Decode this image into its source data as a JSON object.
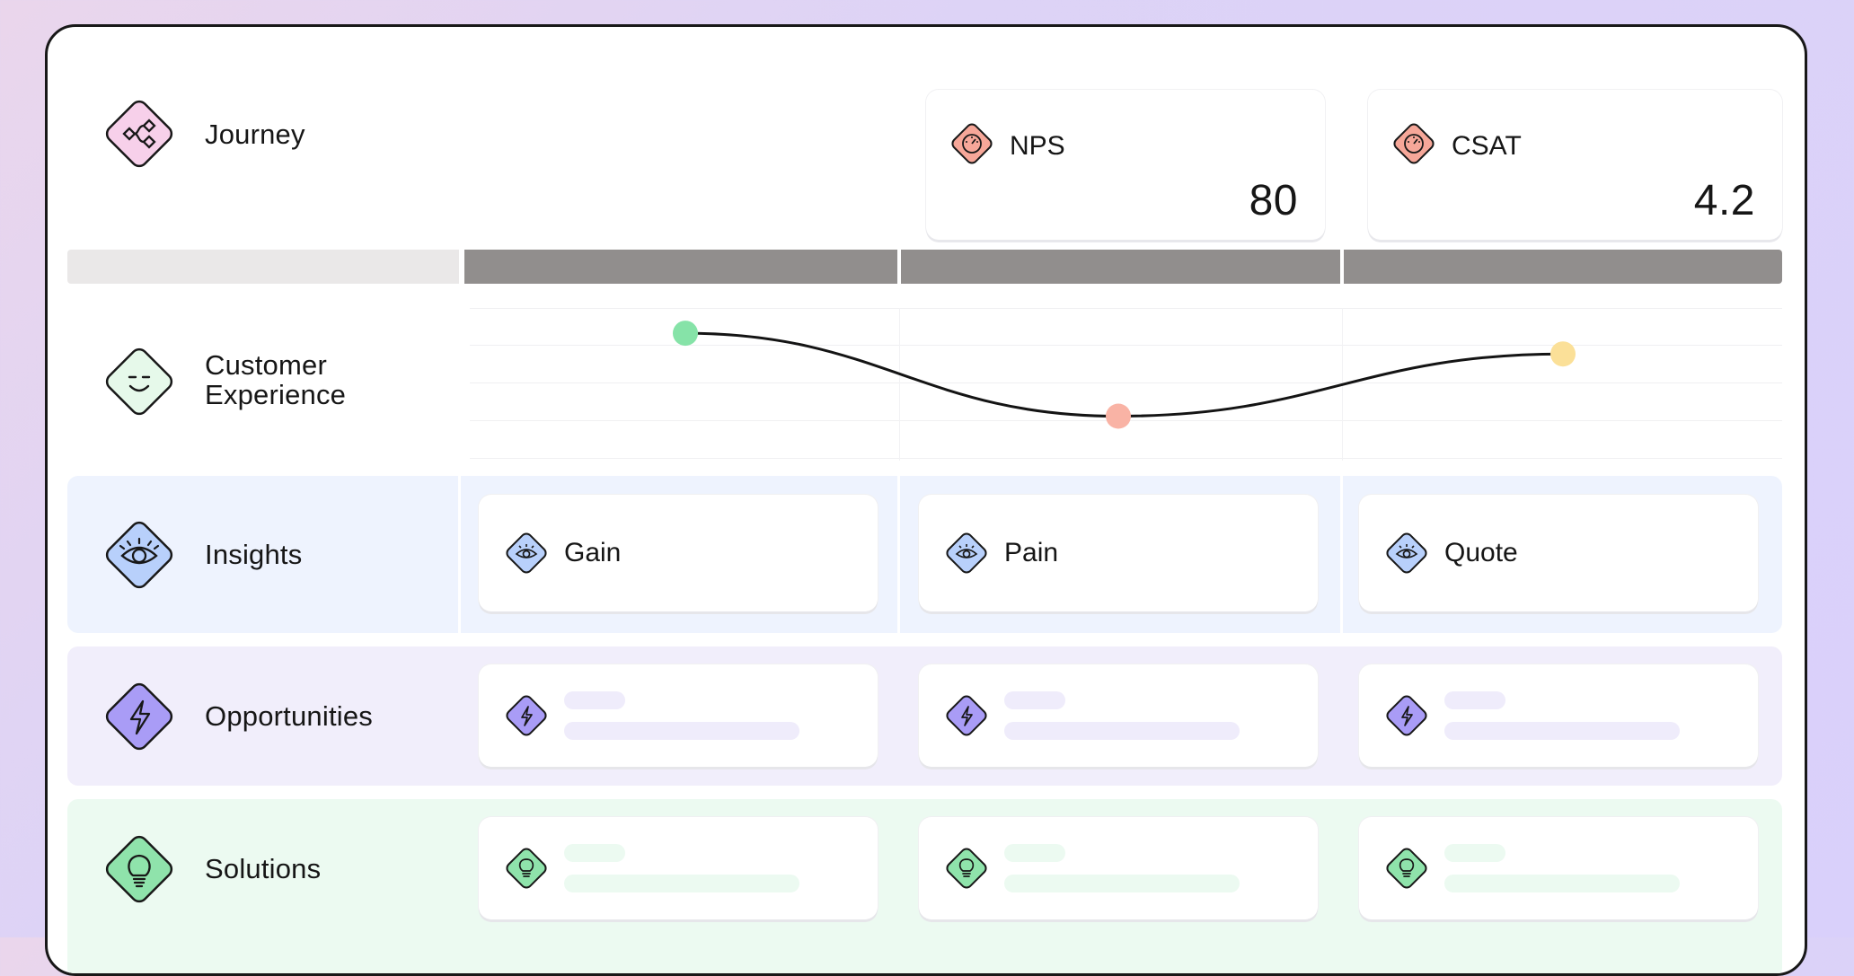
{
  "rows": {
    "journey": {
      "label": "Journey",
      "icon": "journey-icon"
    },
    "customer_experience": {
      "label_line1": "Customer",
      "label_line2": "Experience",
      "icon": "smiley-face-icon"
    },
    "insights": {
      "label": "Insights",
      "icon": "eye-icon"
    },
    "opportunities": {
      "label": "Opportunities",
      "icon": "lightning-bolt-icon"
    },
    "solutions": {
      "label": "Solutions",
      "icon": "lightbulb-icon"
    }
  },
  "metrics": [
    {
      "name": "NPS",
      "value": "80",
      "icon": "gauge-icon"
    },
    {
      "name": "CSAT",
      "value": "4.2",
      "icon": "gauge-icon"
    }
  ],
  "insight_cards": [
    {
      "label": "Gain",
      "icon": "eye-icon"
    },
    {
      "label": "Pain",
      "icon": "eye-icon"
    },
    {
      "label": "Quote",
      "icon": "eye-icon"
    }
  ],
  "experience_curve": {
    "stages": 3,
    "levels": [
      0.85,
      0.25,
      0.7
    ],
    "point_colors": [
      "#86e3a8",
      "#f9b3a5",
      "#fbe098"
    ]
  },
  "colors": {
    "journey_icon_fill": "#f7d0ea",
    "experience_icon_fill": "#e6f9ea",
    "insights_icon_fill": "#b8d0fb",
    "opportunities_icon_fill": "#a99cf6",
    "solutions_icon_fill": "#8fe3ab",
    "metric_icon_fill": "#f6a799",
    "insights_band": "#eef3fe",
    "opportunities_band": "#f1eefb",
    "solutions_band": "#ecfaf1",
    "header_band": "#918e8d",
    "header_band_first": "#eae8e8"
  }
}
